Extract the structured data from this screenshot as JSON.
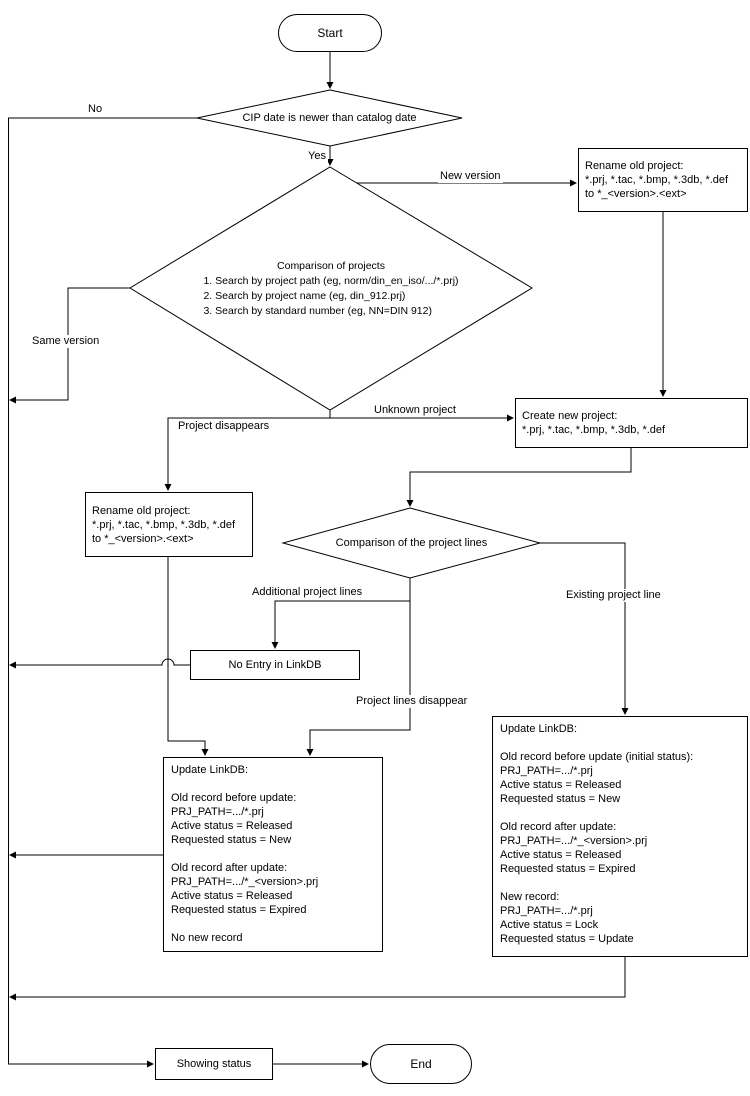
{
  "flowchart": {
    "nodes": {
      "start": "Start",
      "decision_cip_date": "CIP date is newer than catalog date",
      "comparison_projects_title": "Comparison of projects",
      "comparison_projects_items": "1. Search by project path (eg, norm/din_en_iso/.../*.prj)\n2. Search by project name (eg, din_912.prj)\n3. Search by standard number (eg, NN=DIN 912)",
      "rename_old_project_top": "Rename old project:\n*.prj, *.tac, *.bmp, *.3db, *.def\nto *_<version>.<ext>",
      "create_new_project": "Create new project:\n*.prj, *.tac, *.bmp, *.3db, *.def",
      "rename_old_project_left": "Rename old project:\n*.prj, *.tac, *.bmp, *.3db, *.def\nto *_<version>.<ext>",
      "decision_project_lines": "Comparison of the project lines",
      "no_entry_linkdb": "No Entry in LinkDB",
      "update_linkdb_left": "Update LinkDB:\n\nOld record before update:\nPRJ_PATH=.../*.prj\nActive status = Released\nRequested status = New\n\nOld record after update:\nPRJ_PATH=.../*_<version>.prj\nActive status = Released\nRequested status = Expired\n\nNo new record",
      "update_linkdb_right": "Update LinkDB:\n\nOld record before update (initial status):\nPRJ_PATH=.../*.prj\nActive status = Released\nRequested status = New\n\nOld record after update:\nPRJ_PATH=.../*_<version>.prj\nActive status = Released\nRequested status = Expired\n\nNew record:\nPRJ_PATH=.../*.prj\nActive status = Lock\nRequested status = Update",
      "showing_status": "Showing status",
      "end": "End"
    },
    "edge_labels": {
      "no": "No",
      "yes": "Yes",
      "new_version": "New version",
      "same_version": "Same version",
      "unknown_project": "Unknown project",
      "project_disappears": "Project disappears",
      "additional_project_lines": "Additional project lines",
      "project_lines_disappear": "Project lines disappear",
      "existing_project_line": "Existing project line"
    },
    "colors": {
      "line": "#000000",
      "fill": "#ffffff",
      "text": "#000000"
    }
  }
}
